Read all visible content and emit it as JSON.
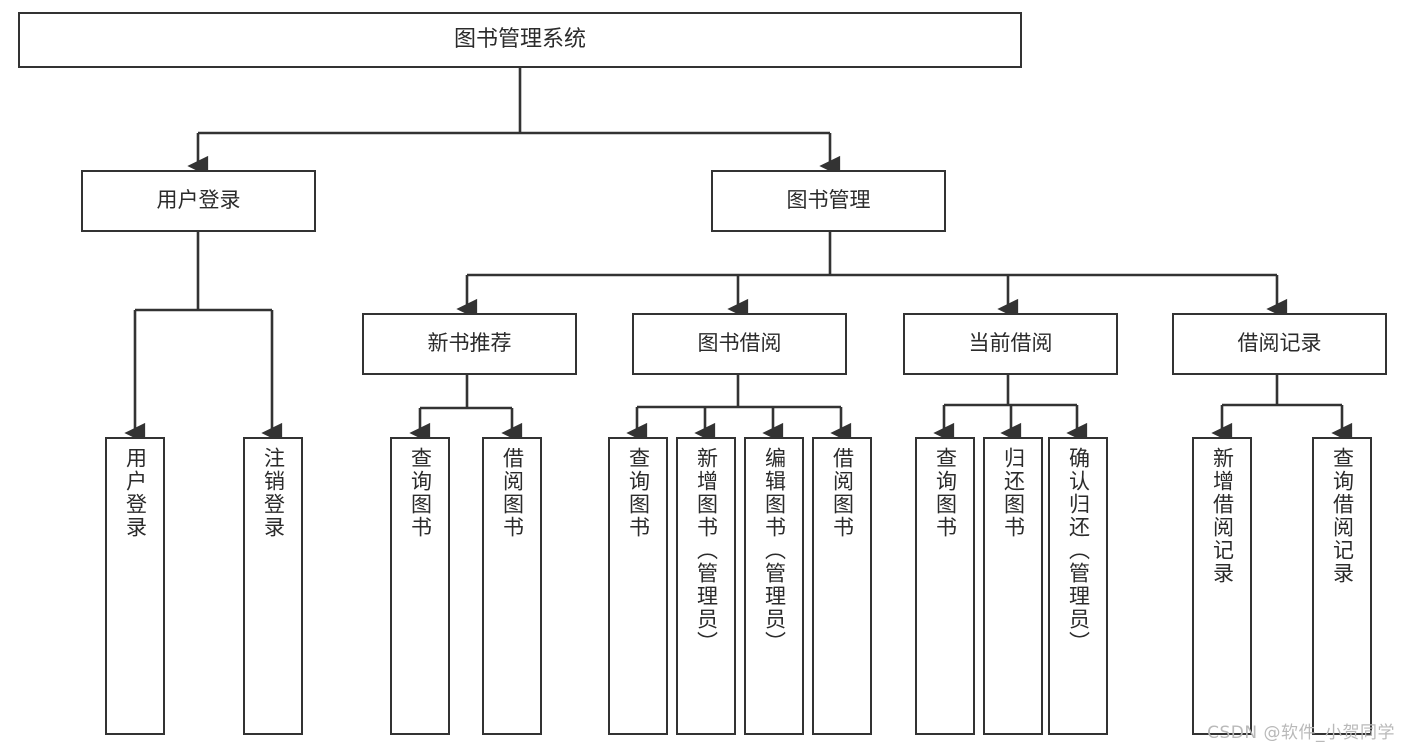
{
  "diagram": {
    "title": "图书管理系统",
    "type": "tree-hierarchy-chart",
    "watermark": "CSDN @软件_小贺同学",
    "colors": {
      "box_border": "#333333",
      "box_fill": "#ffffff",
      "connector": "#333333",
      "text": "#2b2b2b",
      "watermark": "#b9b9b9",
      "background": "#ffffff"
    },
    "nodes": {
      "root": {
        "label": "图书管理系统"
      },
      "level2": [
        {
          "label": "用户登录"
        },
        {
          "label": "图书管理"
        }
      ],
      "level3": [
        {
          "label": "新书推荐"
        },
        {
          "label": "图书借阅"
        },
        {
          "label": "当前借阅"
        },
        {
          "label": "借阅记录"
        }
      ],
      "leaves": {
        "user_login": [
          {
            "label": "用户登录"
          },
          {
            "label": "注销登录"
          }
        ],
        "new_book_recommend": [
          {
            "label": "查询图书"
          },
          {
            "label": "借阅图书"
          }
        ],
        "book_borrow": [
          {
            "label": "查询图书"
          },
          {
            "label": "新增图书（管理员）"
          },
          {
            "label": "编辑图书（管理员）"
          },
          {
            "label": "借阅图书"
          }
        ],
        "current_borrow": [
          {
            "label": "查询图书"
          },
          {
            "label": "归还图书"
          },
          {
            "label": "确认归还（管理员）"
          }
        ],
        "borrow_record": [
          {
            "label": "新增借阅记录"
          },
          {
            "label": "查询借阅记录"
          }
        ]
      }
    }
  }
}
